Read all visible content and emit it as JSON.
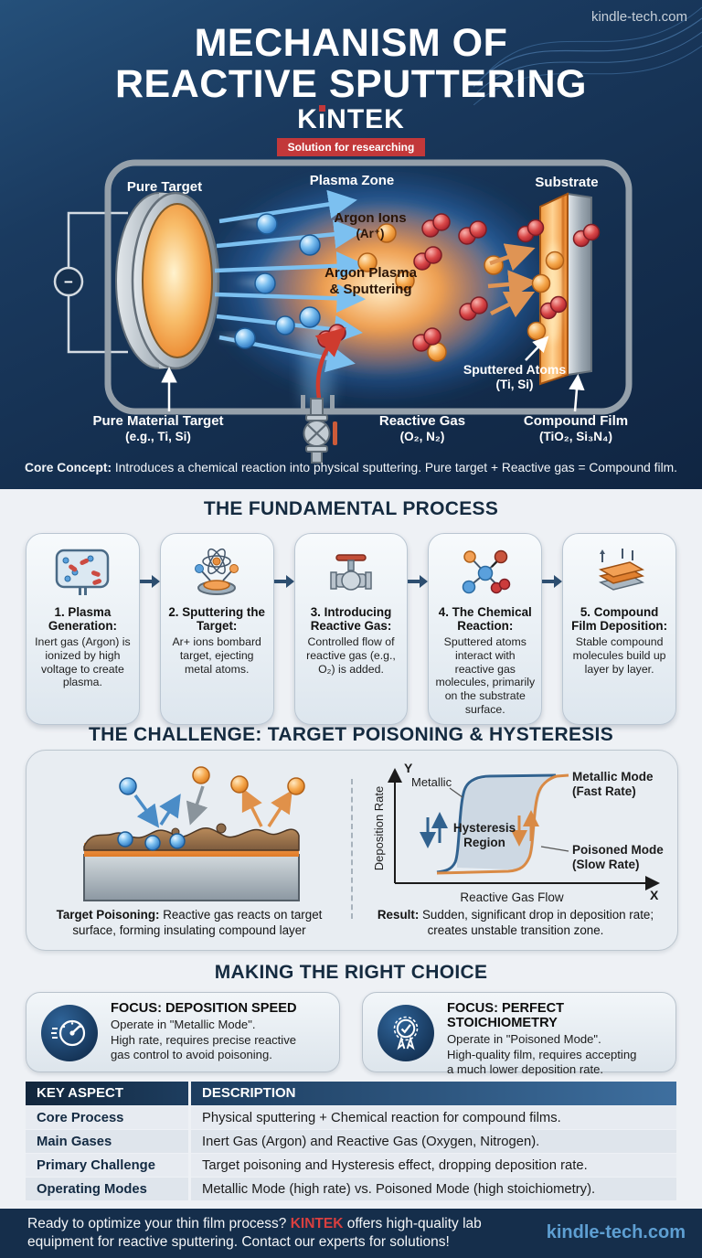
{
  "site": {
    "top_url": "kindle-tech.com",
    "footer_url": "kindle-tech.com"
  },
  "header": {
    "title_line1": "MECHANISM OF",
    "title_line2": "REACTIVE SPUTTERING",
    "logo_k": "K",
    "logo_i": "i",
    "logo_rest": "NTEK",
    "tagline": "Solution for researching"
  },
  "chamber": {
    "pure_target": "Pure Target",
    "plasma_zone": "Plasma Zone",
    "substrate": "Substrate",
    "argon_ions": "Argon Ions",
    "argon_ions_formula": "(Ar⁺)",
    "argon_plasma_line1": "Argon Plasma",
    "argon_plasma_line2": "& Sputtering",
    "sputtered_atoms": "Sputtered Atoms",
    "sputtered_atoms_formula": "(Ti, Si)",
    "pure_material_target": "Pure Material Target",
    "pure_material_target_formula": "(e.g., Ti, Si)",
    "reactive_gas": "Reactive Gas",
    "reactive_gas_formula": "(O₂, N₂)",
    "compound_film": "Compound Film",
    "compound_film_formula": "(TiO₂, Si₃N₄)",
    "electrode_symbol": "−",
    "core_concept_label": "Core Concept:",
    "core_concept_text": " Introduces a chemical reaction into physical sputtering. Pure target + Reactive gas = Compound film."
  },
  "process": {
    "heading": "THE FUNDAMENTAL PROCESS",
    "steps": [
      {
        "title": "1. Plasma Generation:",
        "desc": "Inert gas (Argon) is ionized by high voltage to create plasma.",
        "icon": "plasma-chamber-icon"
      },
      {
        "title": "2. Sputtering the Target:",
        "desc": "Ar+ ions bombard target, ejecting metal atoms.",
        "icon": "atom-target-icon"
      },
      {
        "title": "3. Introducing Reactive Gas:",
        "desc": "Controlled flow of reactive gas (e.g., O₂) is added.",
        "icon": "gas-valve-icon"
      },
      {
        "title": "4. The Chemical Reaction:",
        "desc": "Sputtered atoms interact with reactive gas molecules, primarily on the substrate surface.",
        "icon": "molecule-icon"
      },
      {
        "title": "5. Compound Film Deposition:",
        "desc": "Stable compound molecules build up layer by layer.",
        "icon": "film-layers-icon"
      }
    ]
  },
  "challenge": {
    "heading": "THE CHALLENGE: TARGET POISONING & HYSTERESIS",
    "poisoning_caption_label": "Target Poisoning:",
    "poisoning_caption_text": " Reactive gas reacts on target surface, forming insulating compound layer",
    "result_caption_label": "Result:",
    "result_caption_text": " Sudden, significant drop in deposition rate; creates unstable transition zone.",
    "chart_labels": {
      "y_symbol": "Y",
      "x_symbol": "X",
      "ylabel": "Deposition Rate",
      "xlabel": "Reactive Gas Flow",
      "metallic": "Metallic",
      "metallic_mode_line1": "Metallic Mode",
      "metallic_mode_line2": "(Fast Rate)",
      "hysteresis_line1": "Hysteresis",
      "hysteresis_line2": "Region",
      "poisoned_mode_line1": "Poisoned Mode",
      "poisoned_mode_line2": "(Slow Rate)"
    }
  },
  "chart_data": {
    "type": "line",
    "title": "Deposition Rate vs Reactive Gas Flow (hysteresis loop)",
    "xlabel": "Reactive Gas Flow",
    "ylabel": "Deposition Rate",
    "x_range": [
      0,
      10
    ],
    "y_range": [
      0,
      10
    ],
    "axes_numeric_labels": false,
    "grid": false,
    "legend_position": "none",
    "series": [
      {
        "name": "Metallic branch (decreasing flow)",
        "color": "#31628f",
        "x": [
          1.0,
          1.6,
          1.9,
          2.1,
          2.3,
          2.6,
          3.2,
          4.5,
          6.5
        ],
        "y": [
          0.8,
          1.2,
          2.5,
          5.0,
          7.5,
          8.8,
          9.3,
          9.5,
          9.6
        ]
      },
      {
        "name": "Poisoned branch (increasing flow)",
        "color": "#d98a45",
        "x": [
          1.0,
          3.0,
          4.6,
          5.2,
          5.5,
          5.8,
          6.1,
          6.6,
          7.2
        ],
        "y": [
          0.7,
          0.9,
          1.2,
          2.5,
          5.0,
          7.5,
          8.9,
          9.5,
          9.6
        ]
      }
    ],
    "annotations": [
      "Metallic",
      "Metallic Mode (Fast Rate)",
      "Hysteresis Region",
      "Poisoned Mode (Slow Rate)"
    ]
  },
  "choice": {
    "heading": "MAKING THE RIGHT CHOICE",
    "options": [
      {
        "icon": "speedometer-icon",
        "title": "FOCUS: DEPOSITION SPEED",
        "text": "Operate in \"Metallic Mode\".\nHigh rate, requires precise reactive\ngas control to avoid poisoning."
      },
      {
        "icon": "award-badge-icon",
        "title": "FOCUS: PERFECT STOICHIOMETRY",
        "text": "Operate in \"Poisoned Mode\".\nHigh-quality film, requires accepting\na much lower deposition rate."
      }
    ]
  },
  "summary_table": {
    "headers": [
      "KEY ASPECT",
      "DESCRIPTION"
    ],
    "rows": [
      {
        "aspect": "Core Process",
        "description": "Physical sputtering + Chemical reaction for compound films."
      },
      {
        "aspect": "Main Gases",
        "description": "Inert Gas (Argon) and Reactive Gas (Oxygen, Nitrogen)."
      },
      {
        "aspect": "Primary Challenge",
        "description": "Target poisoning and Hysteresis effect, dropping deposition rate."
      },
      {
        "aspect": "Operating Modes",
        "description": "Metallic Mode (high rate) vs. Poisoned Mode (high stoichiometry)."
      }
    ]
  },
  "footer": {
    "text_before_brand": "Ready to optimize your thin film process? ",
    "brand": "KINTEK",
    "text_after_brand": " offers high-quality lab",
    "text_line2": "equipment for reactive sputtering. Contact our experts for solutions!",
    "website": "kindle-tech.com"
  },
  "colors": {
    "navy_bg": "#16304e",
    "accent_red": "#c2383a",
    "light_section": "#eef1f5",
    "chart_blue": "#31628f",
    "chart_orange": "#d98a45",
    "footer_link_blue": "#5e9fd2"
  }
}
